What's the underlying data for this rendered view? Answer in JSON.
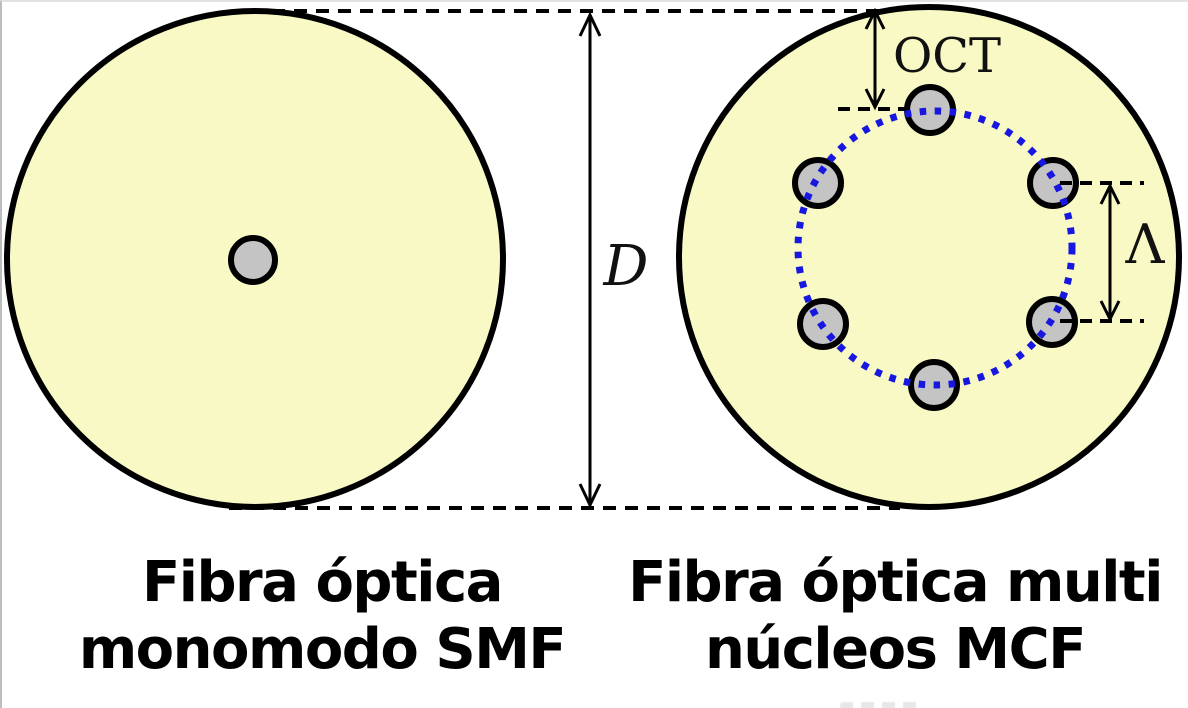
{
  "figure": {
    "dimension_labels": {
      "outer_cladding_thickness": "OCT",
      "cladding_diameter": "D",
      "core_pitch": "Λ"
    },
    "captions": {
      "smf": {
        "line1": "Fibra óptica",
        "line2": "monomodo SMF"
      },
      "mcf": {
        "line1": "Fibra óptica multi",
        "line2": "núcleos MCF"
      }
    },
    "colors": {
      "cladding_fill": "#F9F9C5",
      "core_fill": "#C4C4C4",
      "outline": "#000000",
      "core_ring_dotted": "#1717E0",
      "dimension_line": "#000000"
    }
  }
}
